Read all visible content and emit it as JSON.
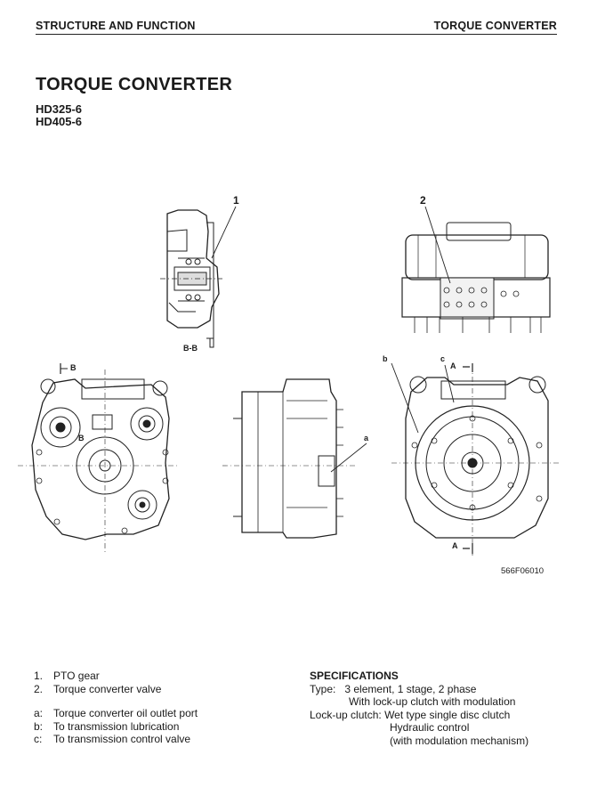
{
  "header": {
    "left": "STRUCTURE AND FUNCTION",
    "right": "TORQUE CONVERTER"
  },
  "title": "TORQUE CONVERTER",
  "models": [
    "HD325-6",
    "HD405-6"
  ],
  "figure": {
    "callouts": {
      "c1": "1",
      "c2": "2",
      "ca": "a",
      "cb": "b",
      "cc": "c"
    },
    "section_bb": "B-B",
    "section_b_top": "B",
    "section_b_mid": "B",
    "section_a_top": "A",
    "section_a_bot": "A",
    "figure_number": "566F06010"
  },
  "legend": [
    {
      "key": "1.",
      "text": "PTO gear"
    },
    {
      "key": "2.",
      "text": "Torque converter valve"
    },
    {
      "key": "a:",
      "text": "Torque converter oil outlet port"
    },
    {
      "key": "b:",
      "text": "To transmission lubrication"
    },
    {
      "key": "c:",
      "text": "To transmission control valve"
    }
  ],
  "specs": {
    "heading": "SPECIFICATIONS",
    "type_label": "Type:",
    "type_line1": "3 element, 1 stage, 2 phase",
    "type_line2": "With lock-up clutch with modulation",
    "lockup_label": "Lock-up clutch:",
    "lockup_line1": "Wet type single disc clutch",
    "lockup_line2": "Hydraulic control",
    "lockup_line3": "(with modulation mechanism)"
  }
}
